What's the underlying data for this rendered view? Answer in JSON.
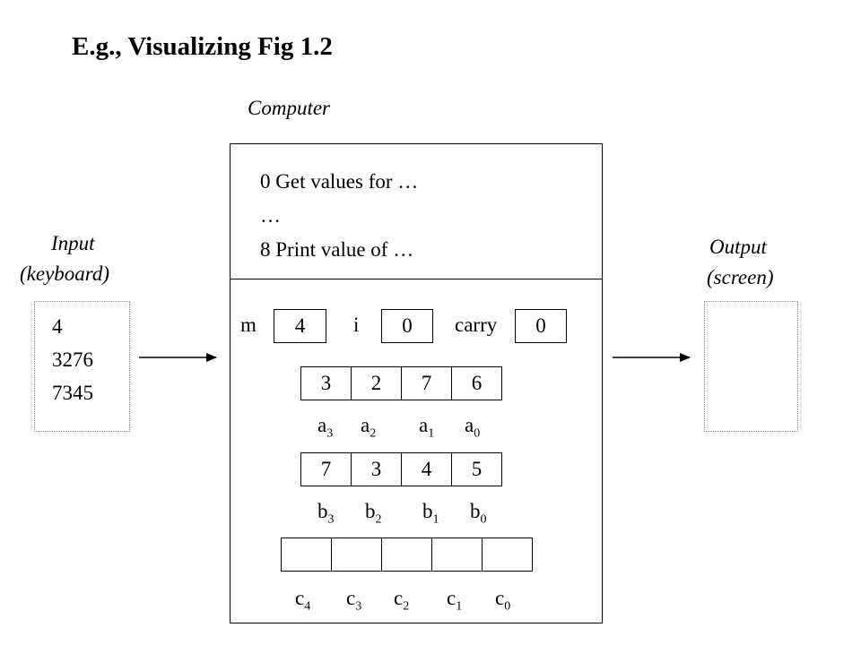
{
  "title": "E.g., Visualizing Fig 1.2",
  "computer_label": "Computer",
  "program_lines": [
    "0  Get values for …",
    "…",
    "8  Print value of …"
  ],
  "input": {
    "label_line1": "Input",
    "label_line2": "(keyboard)",
    "values": [
      "4",
      "3276",
      "7345"
    ]
  },
  "output": {
    "label_line1": "Output",
    "label_line2": "(screen)"
  },
  "variables": {
    "m": {
      "name": "m",
      "value": "4"
    },
    "i": {
      "name": "i",
      "value": "0"
    },
    "carry": {
      "name": "carry",
      "value": "0"
    }
  },
  "array_a": {
    "values": [
      "3",
      "2",
      "7",
      "6"
    ],
    "names": [
      {
        "base": "a",
        "sub": "3"
      },
      {
        "base": "a",
        "sub": "2"
      },
      {
        "base": "a",
        "sub": "1"
      },
      {
        "base": "a",
        "sub": "0"
      }
    ]
  },
  "array_b": {
    "values": [
      "7",
      "3",
      "4",
      "5"
    ],
    "names": [
      {
        "base": "b",
        "sub": "3"
      },
      {
        "base": "b",
        "sub": "2"
      },
      {
        "base": "b",
        "sub": "1"
      },
      {
        "base": "b",
        "sub": "0"
      }
    ]
  },
  "array_c": {
    "values": [
      "",
      "",
      "",
      "",
      ""
    ],
    "names": [
      {
        "base": "c",
        "sub": "4"
      },
      {
        "base": "c",
        "sub": "3"
      },
      {
        "base": "c",
        "sub": "2"
      },
      {
        "base": "c",
        "sub": "1"
      },
      {
        "base": "c",
        "sub": "0"
      }
    ]
  }
}
